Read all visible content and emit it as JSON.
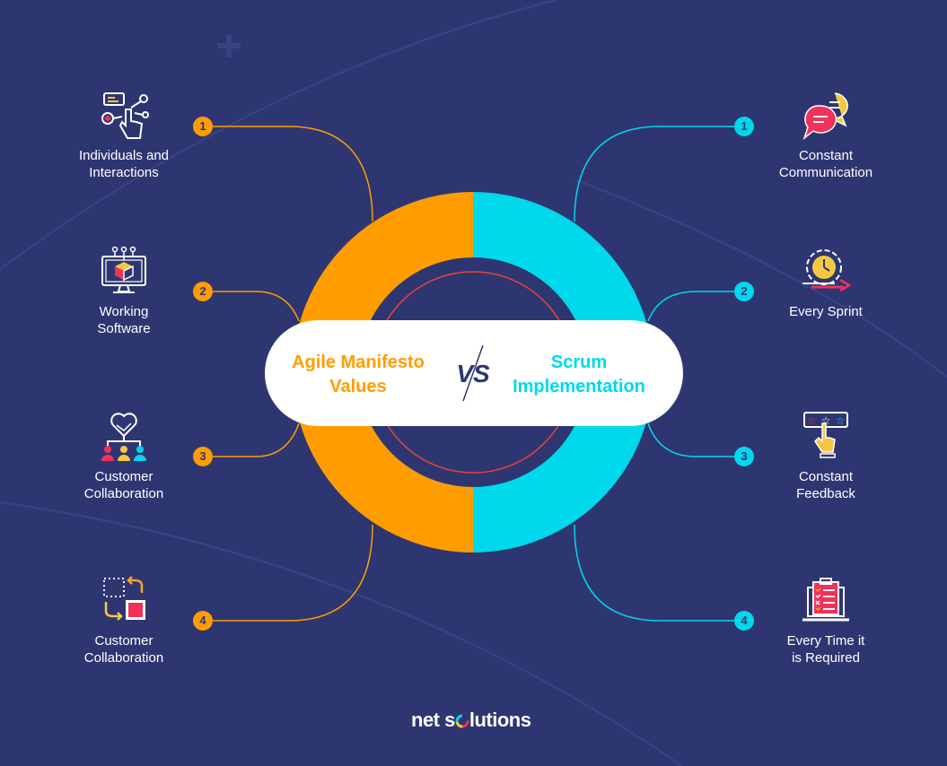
{
  "center": {
    "left_title": "Agile Manifesto\nValues",
    "vs_label": "VS",
    "right_title": "Scrum\nImplementation"
  },
  "colors": {
    "background": "#2e3672",
    "agile_accent": "#ff9d00",
    "scrum_accent": "#00d8ec",
    "inner_ring": "#e8413c",
    "pink": "#f0325a",
    "yellow": "#f5c842"
  },
  "agile_values": [
    {
      "number": "1",
      "label": "Individuals and\nInteractions",
      "icon": "touch-network-icon"
    },
    {
      "number": "2",
      "label": "Working\nSoftware",
      "icon": "monitor-cube-icon"
    },
    {
      "number": "3",
      "label": "Customer\nCollaboration",
      "icon": "handshake-team-icon"
    },
    {
      "number": "4",
      "label": "Customer\nCollaboration",
      "icon": "swap-squares-icon"
    }
  ],
  "scrum_implementation": [
    {
      "number": "1",
      "label": "Constant\nCommunication",
      "icon": "chat-bubbles-icon"
    },
    {
      "number": "2",
      "label": "Every Sprint",
      "icon": "gear-clock-arrow-icon"
    },
    {
      "number": "3",
      "label": "Constant\nFeedback",
      "icon": "star-rating-hand-icon"
    },
    {
      "number": "4",
      "label": "Every Time it\nis Required",
      "icon": "laptop-checklist-icon"
    }
  ],
  "footer": {
    "logo_text_1": "net s",
    "logo_text_2": "lutions"
  }
}
